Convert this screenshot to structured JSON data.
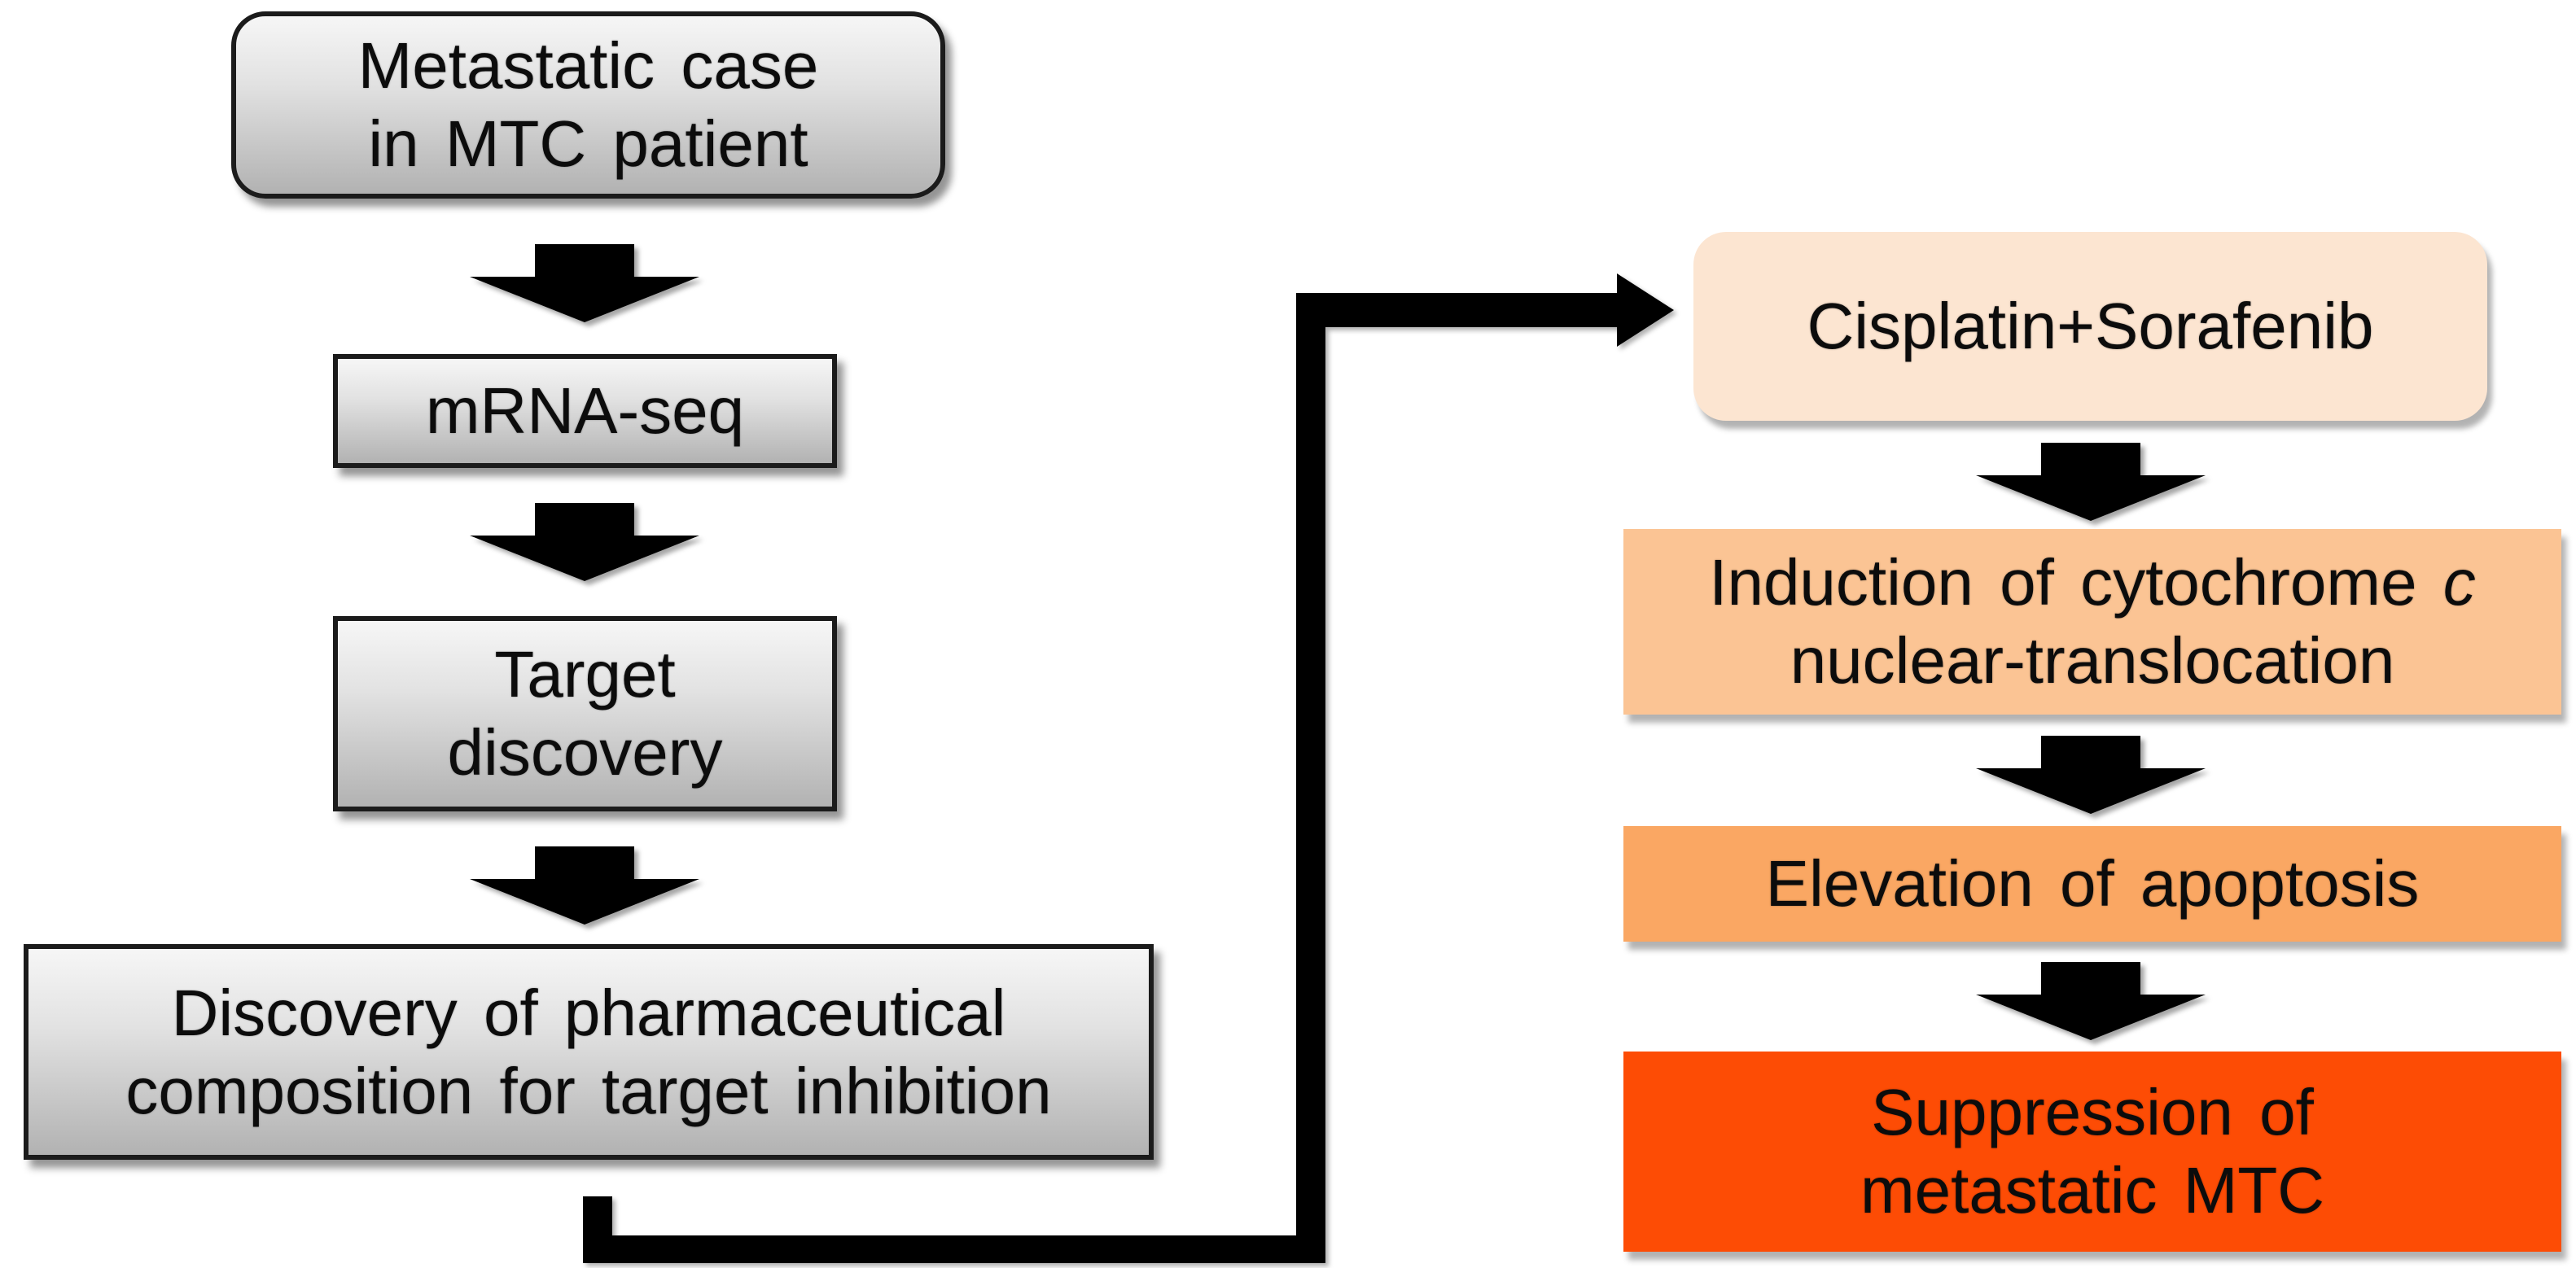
{
  "diagram": {
    "boxes": {
      "metastatic": {
        "line1": "Metastatic case",
        "line2": "in MTC patient"
      },
      "mrna": {
        "line1": "mRNA-seq"
      },
      "target": {
        "line1": "Target",
        "line2": "discovery"
      },
      "pharma": {
        "line1": "Discovery of pharmaceutical",
        "line2": "composition for target inhibition"
      },
      "cisplatin": {
        "line1": "Cisplatin+Sorafenib"
      },
      "induction": {
        "line1_pre": "Induction of cytochrome ",
        "line1_italic": "c",
        "line2": "nuclear-translocation"
      },
      "elevation": {
        "line1": "Elevation of apoptosis"
      },
      "suppression": {
        "line1": "Suppression of",
        "line2": "metastatic MTC"
      }
    },
    "colors": {
      "cisplatin_fill": "#fce5d1",
      "induction_fill": "#fbc494",
      "elevation_fill": "#faa763",
      "suppression_fill": "#fd4c05",
      "gray_gradient_top": "#f6f6f6",
      "gray_gradient_bottom": "#b2b2b2",
      "gray_box_border": "#1b1b1b",
      "arrow": "#000000",
      "text": "#0c0c0c"
    }
  }
}
